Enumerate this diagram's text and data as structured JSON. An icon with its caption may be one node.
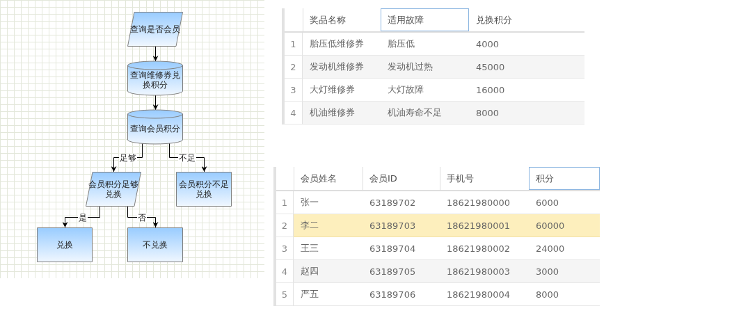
{
  "diagram": {
    "nodes": [
      {
        "text": [
          "查询是否会员"
        ]
      },
      {
        "text": [
          "查询维修券兑换积分"
        ]
      },
      {
        "text": [
          "查询会员积分"
        ]
      },
      {
        "text": [
          "会员积分足够兑换"
        ]
      },
      {
        "text": [
          "会员积分不足兑换"
        ]
      },
      {
        "text": [
          "兑换"
        ]
      },
      {
        "text": [
          "不兑换"
        ]
      }
    ],
    "edges": [
      {
        "from": 0,
        "to": 1,
        "arrow": "to"
      },
      {
        "from": 1,
        "to": 2,
        "arrow": "to"
      },
      {
        "from": 2,
        "to": 3,
        "arrow": "to",
        "label": "足够"
      },
      {
        "from": 2,
        "to": 4,
        "arrow": "to",
        "label": "不足"
      },
      {
        "from": 3,
        "to": 5,
        "arrow": "to",
        "label": "是"
      },
      {
        "from": 3,
        "to": 6,
        "arrow": "to",
        "label": "否"
      }
    ],
    "labels": [
      "奖品名称",
      "适用故障",
      "兑换积分",
      "1",
      "胎压低维修券",
      "胎压低",
      "4000",
      "2",
      "发动机维修券",
      "发动机过热",
      "45000",
      "3",
      "大灯维修券",
      "大灯故障",
      "16000",
      "4",
      "机油维修券",
      "机油寿命不足",
      "8000",
      "会员姓名",
      "会员ID",
      "手机号",
      "积分",
      "1",
      "张一",
      "63189702",
      "18621980000",
      "6000",
      "2",
      "李二",
      "63189703",
      "18621980001",
      "60000",
      "3",
      "王三",
      "63189704",
      "18621980002",
      "24000",
      "4",
      "赵四",
      "63189705",
      "18621980003",
      "3000",
      "5",
      "严五",
      "63189706",
      "18621980004",
      "8000"
    ]
  }
}
